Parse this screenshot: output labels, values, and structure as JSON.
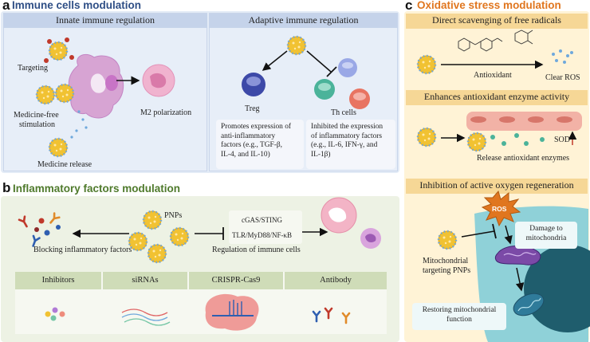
{
  "panel_a": {
    "letter": "a",
    "title": "Immune cells modulation",
    "innate_header": "Innate immune regulation",
    "adaptive_header": "Adaptive immune regulation",
    "targeting": "Targeting",
    "medicine_free_1": "Medicine-free",
    "medicine_free_2": "stimulation",
    "medicine_release": "Medicine release",
    "m2": "M2 polarization",
    "treg": "Treg",
    "th": "Th cells",
    "treg_note_1": "Promotes expression of",
    "treg_note_2": "anti-inflammatory",
    "treg_note_3": "factors (e.g., TGF-β,",
    "treg_note_4": "IL-4, and IL-10)",
    "th_note_1": "Inhibited the expression",
    "th_note_2": "of inflammatory factors",
    "th_note_3": "(e.g., IL-6, IFN-γ, and",
    "th_note_4": "IL-1β)"
  },
  "panel_b": {
    "letter": "b",
    "title": "Inflammatory factors modulation",
    "pnps": "PNPs",
    "blocking": "Blocking inflammatory factors",
    "pathway_1": "cGAS/STING",
    "pathway_2": "TLR/MyD88/NF-κB",
    "regulation": "Regulation of immune cells",
    "tabs": [
      "Inhibitors",
      "siRNAs",
      "CRISPR-Cas9",
      "Antibody"
    ]
  },
  "panel_c": {
    "letter": "c",
    "title": "Oxidative stress modulation",
    "header_1": "Direct scavenging of free radicals",
    "antioxidant": "Antioxidant",
    "clear_ros": "Clear ROS",
    "header_2": "Enhances antioxidant enzyme activity",
    "sod": "SOD",
    "release": "Release antioxidant enzymes",
    "header_3": "Inhibition of active oxygen regeneration",
    "ros": "ROS",
    "damage_1": "Damage to",
    "damage_2": "mitochondria",
    "mito_1": "Mitochondrial",
    "mito_2": "targeting PNPs",
    "restore_1": "Restoring mitochondrial",
    "restore_2": "function"
  },
  "colors": {
    "panel_a_bg": "#e3ebf6",
    "header_a": "#c5d3ea",
    "panel_b_bg": "#edf2e4",
    "tab_b": "#cfdcb8",
    "panel_c_bg": "#fff3d6",
    "header_c": "#f6d796",
    "nanoparticle": "#f1c232",
    "cell": "#8fd1d8",
    "nucleus": "#1f5d6d"
  }
}
